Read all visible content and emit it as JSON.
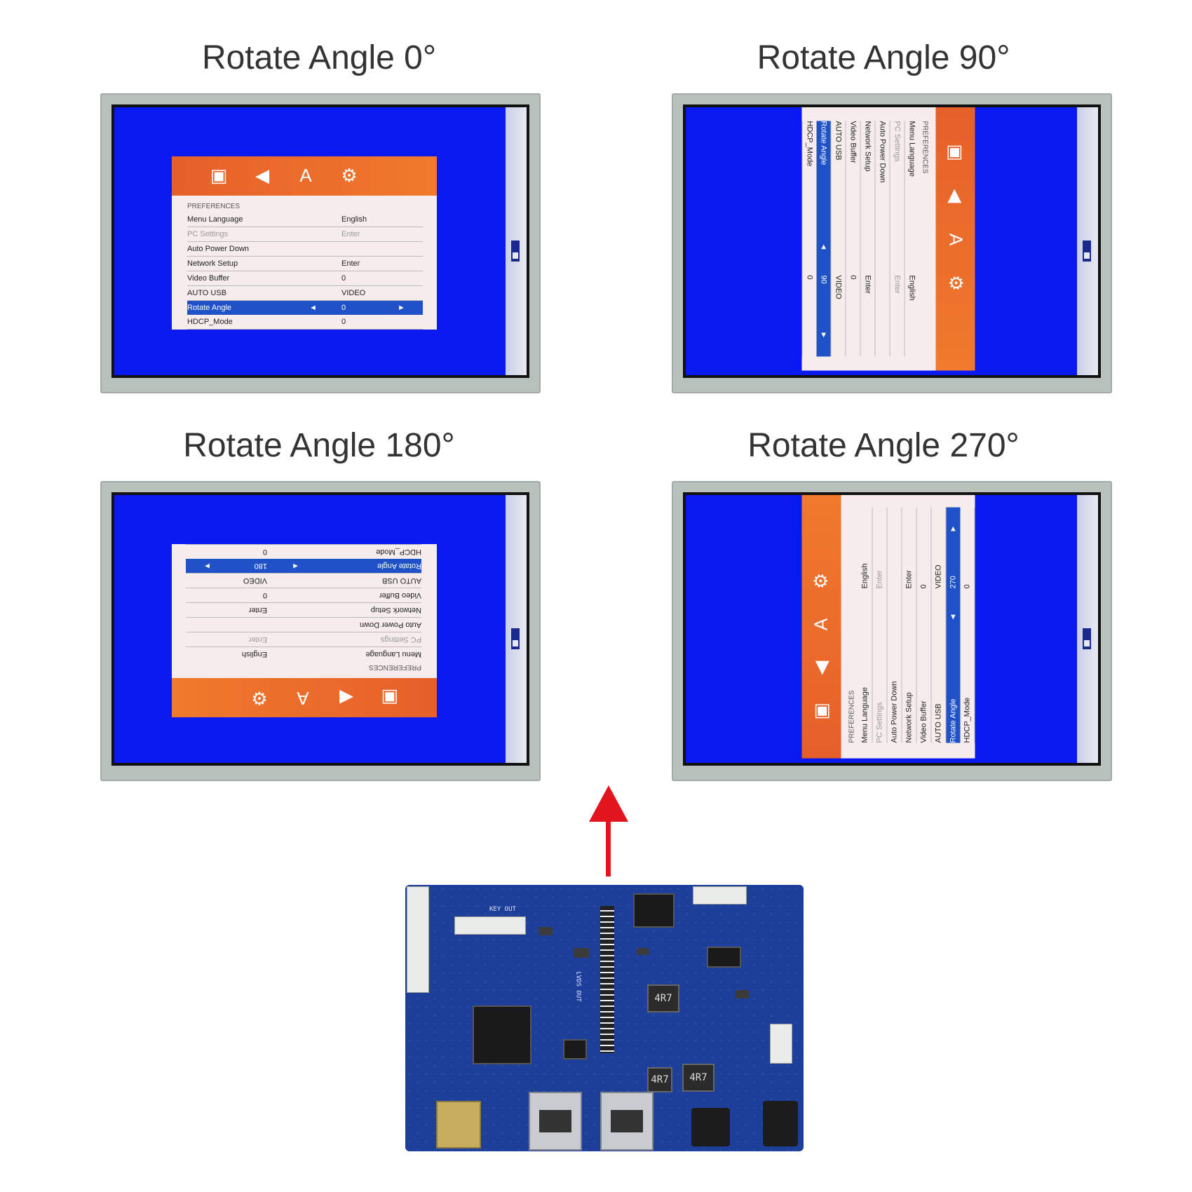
{
  "captions": [
    "Rotate Angle 0°",
    "Rotate Angle 90°",
    "Rotate Angle 180°",
    "Rotate Angle 270°"
  ],
  "osd": {
    "icons": [
      "picture-icon",
      "speaker-icon",
      "language-icon",
      "gear-icon"
    ],
    "section": "PREFERENCES",
    "rows": [
      {
        "label": "Menu Language",
        "value": "English"
      },
      {
        "label": "PC Settings",
        "value": "Enter"
      },
      {
        "label": "Auto Power Down",
        "value": ""
      },
      {
        "label": "Network Setup",
        "value": "Enter"
      },
      {
        "label": "Video Buffer",
        "value": "0"
      },
      {
        "label": "AUTO USB",
        "value": "VIDEO"
      },
      {
        "label": "Rotate Angle",
        "value": "0"
      },
      {
        "label": "HDCP_Mode",
        "value": "0"
      }
    ],
    "rotate_values": [
      "0",
      "90",
      "180",
      "270"
    ]
  },
  "board": {
    "silk_key_out": "KEY OUT",
    "silk_lvds_out": "LVDS OUT",
    "inductor_1": "4R7",
    "inductor_2": "4R7",
    "inductor_3": "4R7"
  },
  "colors": {
    "screen_blue": "#0a19f0",
    "osd_orange": "#f07a2c",
    "arrow_red": "#e2141e",
    "pcb_blue": "#1d3f9a"
  }
}
